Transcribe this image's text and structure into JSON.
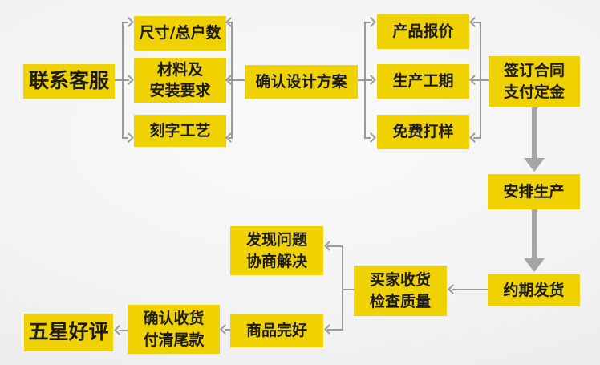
{
  "colors": {
    "node_bg": "#f0d202",
    "node_text": "#1b1b1b",
    "connector": "#9a9a9a",
    "thick_arrow": "#a5a5a5",
    "background": "#f2f2f2"
  },
  "nodes": {
    "contact": {
      "label": "联系客服"
    },
    "size": {
      "label": "尺寸/总户数"
    },
    "material": {
      "label": "材料及\n安装要求"
    },
    "engraving": {
      "label": "刻字工艺"
    },
    "confirm_design": {
      "label": "确认设计方案"
    },
    "quote": {
      "label": "产品报价"
    },
    "lead_time": {
      "label": "生产工期"
    },
    "sample": {
      "label": "免费打样"
    },
    "sign_contract": {
      "label": "签订合同\n支付定金"
    },
    "arrange_production": {
      "label": "安排生产"
    },
    "ship": {
      "label": "约期发货"
    },
    "receive_inspect": {
      "label": "买家收货\n检查质量"
    },
    "problem": {
      "label": "发现问题\n协商解决"
    },
    "intact": {
      "label": "商品完好"
    },
    "confirm_receipt": {
      "label": "确认收货\n付清尾款"
    },
    "five_star": {
      "label": "五星好评"
    }
  },
  "edges": [
    {
      "from": "contact",
      "to": "size"
    },
    {
      "from": "contact",
      "to": "material"
    },
    {
      "from": "contact",
      "to": "engraving"
    },
    {
      "from": "confirm_design",
      "to": "size"
    },
    {
      "from": "confirm_design",
      "to": "material"
    },
    {
      "from": "confirm_design",
      "to": "engraving"
    },
    {
      "from": "confirm_design",
      "to": "quote"
    },
    {
      "from": "confirm_design",
      "to": "lead_time"
    },
    {
      "from": "confirm_design",
      "to": "sample"
    },
    {
      "from": "sign_contract",
      "to": "quote"
    },
    {
      "from": "sign_contract",
      "to": "lead_time"
    },
    {
      "from": "sign_contract",
      "to": "sample"
    },
    {
      "from": "sign_contract",
      "to": "arrange_production"
    },
    {
      "from": "arrange_production",
      "to": "ship"
    },
    {
      "from": "ship",
      "to": "receive_inspect"
    },
    {
      "from": "receive_inspect",
      "to": "problem"
    },
    {
      "from": "receive_inspect",
      "to": "intact"
    },
    {
      "from": "intact",
      "to": "confirm_receipt"
    },
    {
      "from": "confirm_receipt",
      "to": "five_star"
    }
  ]
}
